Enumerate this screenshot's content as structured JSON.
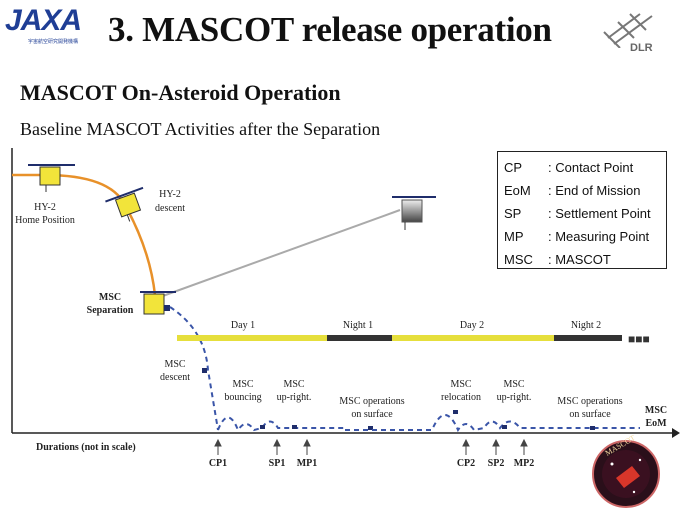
{
  "header": {
    "title": "3. MASCOT release operation",
    "logo_left": "JAXA",
    "logo_left_sub": "宇宙航空研究開発機構",
    "logo_right": "DLR"
  },
  "section": {
    "heading": "MASCOT On-Asteroid Operation",
    "subheading": "Baseline MASCOT Activities after the Separation"
  },
  "legend": [
    {
      "key": "CP",
      "desc": ": Contact Point"
    },
    {
      "key": "EoM",
      "desc": ": End of Mission"
    },
    {
      "key": "SP",
      "desc": ": Settlement Point"
    },
    {
      "key": "MP",
      "desc": ": Measuring Point"
    },
    {
      "key": "MSC",
      "desc": ": MASCOT"
    }
  ],
  "diagram": {
    "hy2_home_1": "HY-2",
    "hy2_home_2": "Home Position",
    "hy2_descent_1": "HY-2",
    "hy2_descent_2": "descent",
    "msc_sep_1": "MSC",
    "msc_sep_2": "Separation",
    "msc_descent_1": "MSC",
    "msc_descent_2": "descent",
    "day1": "Day 1",
    "night1": "Night 1",
    "day2": "Day 2",
    "night2": "Night 2",
    "ellipsis": "■■■",
    "bouncing_1": "MSC",
    "bouncing_2": "bouncing",
    "upright1_1": "MSC",
    "upright1_2": "up-right.",
    "ops1_1": "MSC operations",
    "ops1_2": "on surface",
    "relocation_1": "MSC",
    "relocation_2": "relocation",
    "upright2_1": "MSC",
    "upright2_2": "up-right.",
    "ops2_1": "MSC operations",
    "ops2_2": "on surface",
    "eom_1": "MSC",
    "eom_2": "EoM",
    "durations": "Durations (not in scale)",
    "cp1": "CP1",
    "sp1": "SP1",
    "mp1": "MP1",
    "cp2": "CP2",
    "sp2": "SP2",
    "mp2": "MP2",
    "badge": "MASCOT"
  },
  "colors": {
    "day": "#e6df3c",
    "night": "#333333",
    "trajectory": "#e8912a",
    "msc_path": "#3a55a8",
    "spacecraft": "#f2e43a",
    "jaxa_blue": "#1f3e95"
  }
}
